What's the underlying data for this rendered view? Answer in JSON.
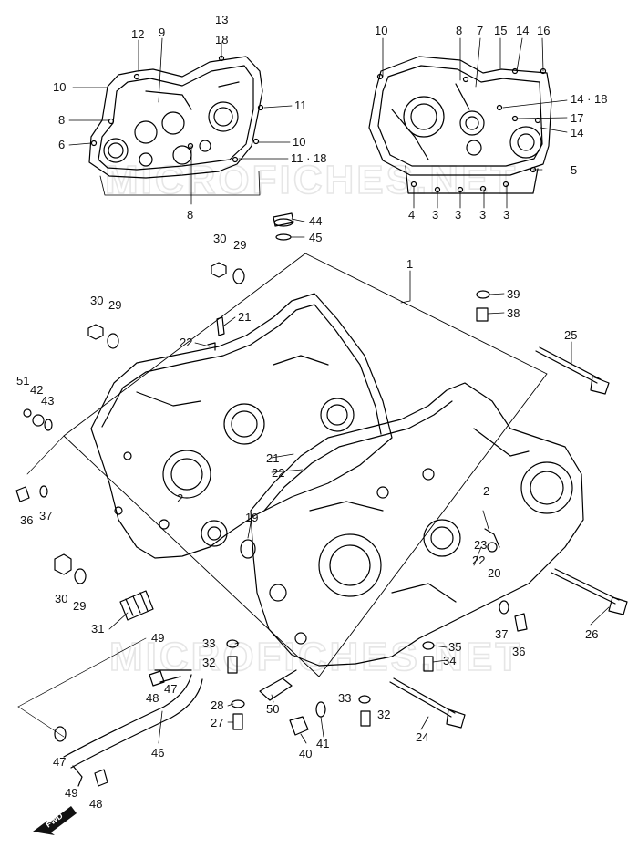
{
  "watermark": "MICROFICHES.NET",
  "fwd_label": "FWD",
  "callouts": {
    "c13": "13",
    "c18a": "18",
    "c12": "12",
    "c9": "9",
    "c10a": "10",
    "c8a": "8",
    "c6": "6",
    "c11": "11",
    "c10b": "10",
    "c1118a": "11 · 18",
    "c8b": "8",
    "c10c": "10",
    "c8c": "8",
    "c7": "7",
    "c15": "15",
    "c14a": "14",
    "c16": "16",
    "c1418": "14 · 18",
    "c17": "17",
    "c14b": "14",
    "c5": "5",
    "c4": "4",
    "c3a": "3",
    "c3b": "3",
    "c3c": "3",
    "c3d": "3",
    "c44": "44",
    "c45": "45",
    "c30a": "30",
    "c29a": "29",
    "c1": "1",
    "c39": "39",
    "c38": "38",
    "c30b": "30",
    "c29b": "29",
    "c21a": "21",
    "c22a": "22",
    "c25": "25",
    "c51": "51",
    "c42": "42",
    "c43": "43",
    "c21b": "21",
    "c22b": "22",
    "c2a": "2",
    "c2b": "2",
    "c36a": "36",
    "c37a": "37",
    "c19": "19",
    "c23": "23",
    "c20": "20",
    "c22c": "22",
    "c30c": "30",
    "c29c": "29",
    "c31": "31",
    "c37b": "37",
    "c36b": "36",
    "c26": "26",
    "c49a": "49",
    "c47a": "47",
    "c48a": "48",
    "c33a": "33",
    "c32a": "32",
    "c35": "35",
    "c34": "34",
    "c28": "28",
    "c27": "27",
    "c50": "50",
    "c33b": "33",
    "c32b": "32",
    "c24": "24",
    "c41": "41",
    "c40": "40",
    "c46": "46",
    "c47b": "47",
    "c49b": "49",
    "c48b": "48"
  }
}
